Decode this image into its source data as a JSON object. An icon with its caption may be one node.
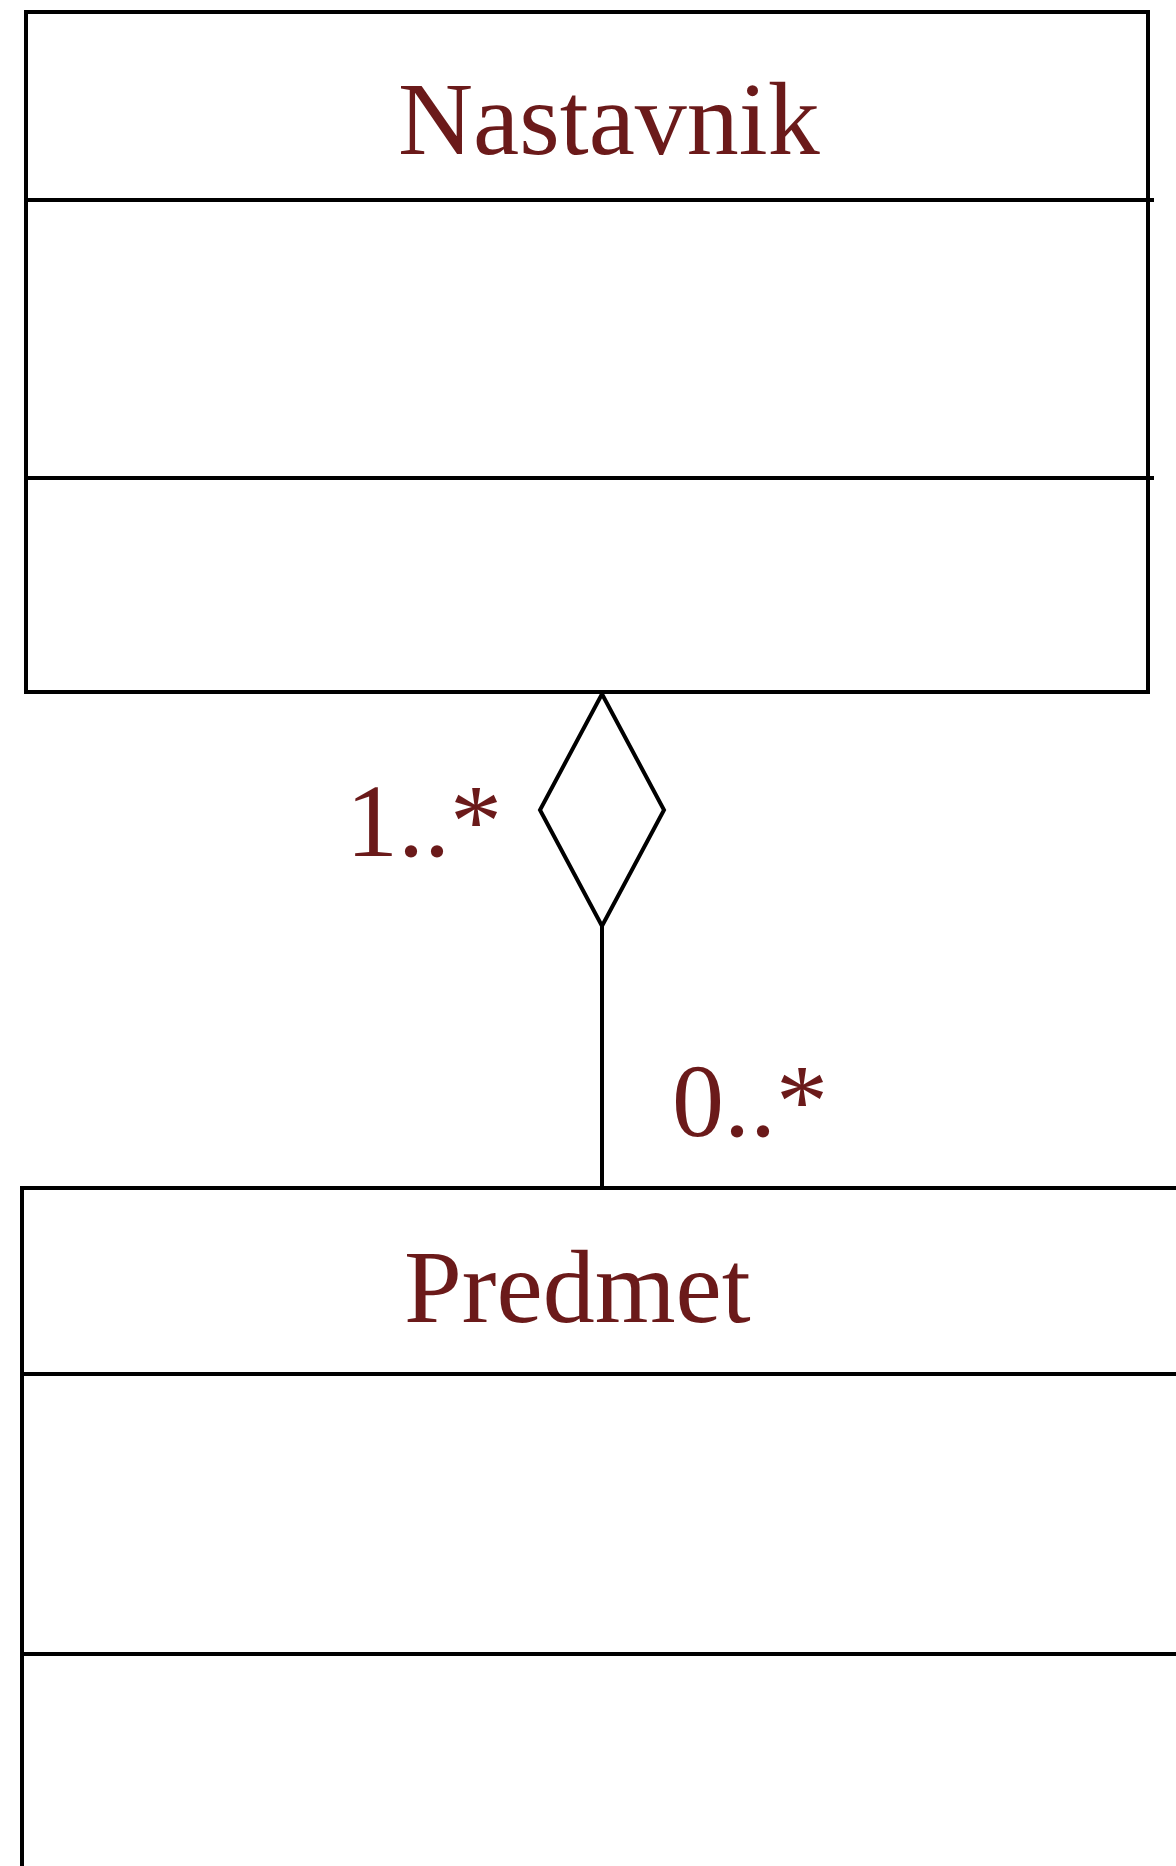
{
  "diagram": {
    "nodes": [
      {
        "text": [
          "Nastavnik"
        ]
      },
      {
        "text": [
          "Predmet"
        ]
      }
    ],
    "edges": [
      {
        "from": 0,
        "to": 1,
        "arrow": "other"
      }
    ],
    "labels": [
      "1..*",
      "0..*"
    ]
  }
}
